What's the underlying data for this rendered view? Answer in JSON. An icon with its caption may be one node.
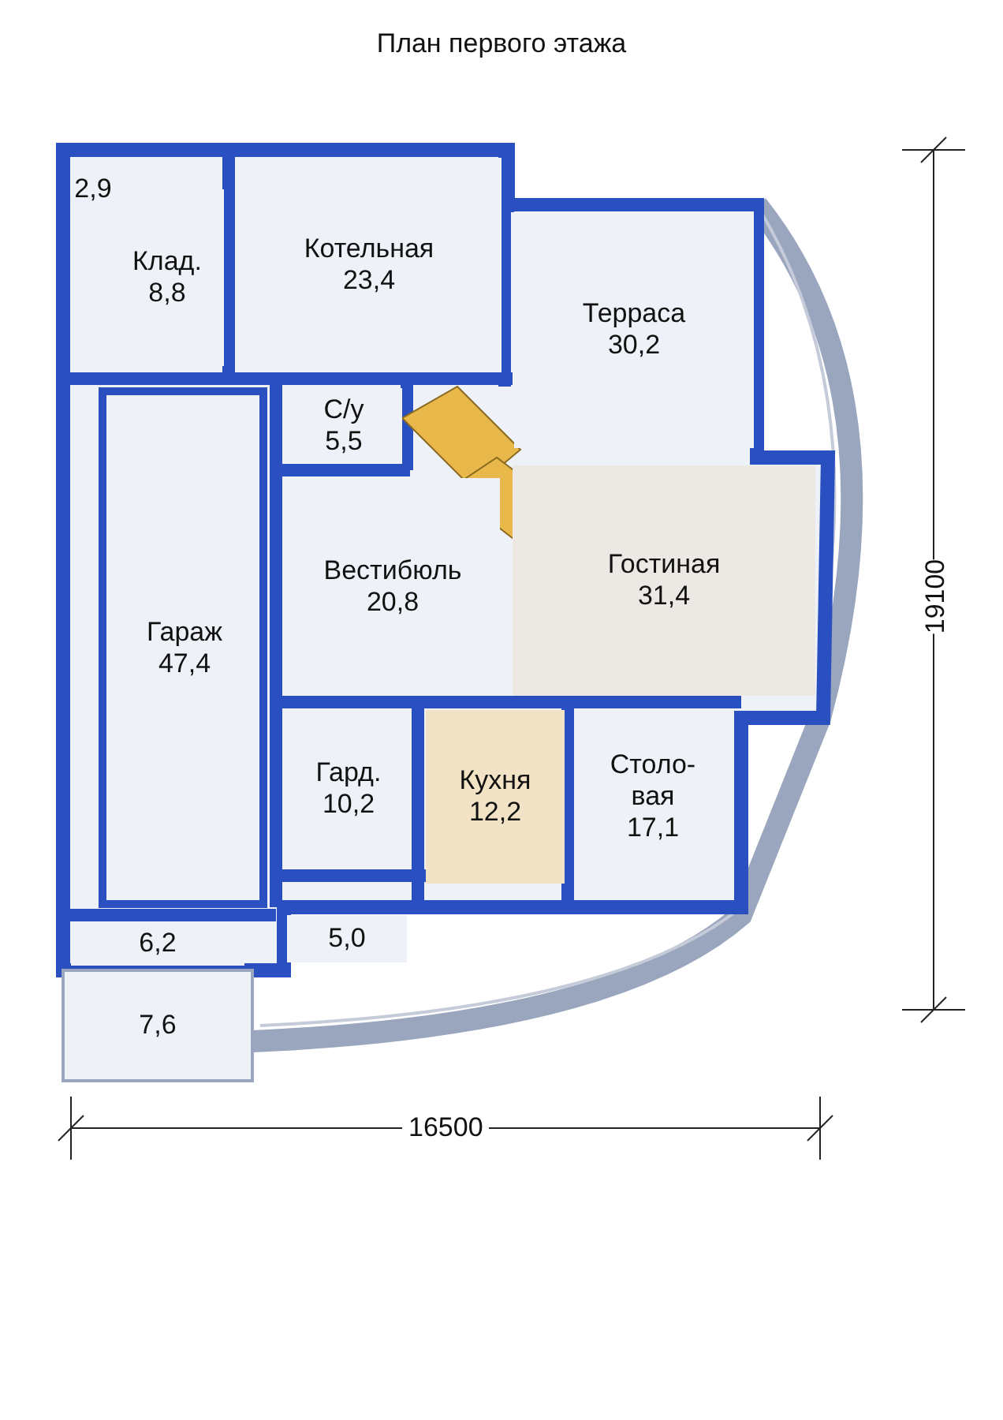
{
  "diagram": {
    "title": "План первого этажа",
    "nodes": [
      {
        "text": [
          "2,9"
        ]
      },
      {
        "text": [
          "Клад.",
          "8,8"
        ]
      },
      {
        "text": [
          "Котельная",
          "23,4"
        ]
      },
      {
        "text": [
          "Терраса",
          "30,2"
        ]
      },
      {
        "text": [
          "С/у",
          "5,5"
        ]
      },
      {
        "text": [
          "Гараж",
          "47,4"
        ]
      },
      {
        "text": [
          "Вестибюль",
          "20,8"
        ]
      },
      {
        "text": [
          "Гостиная",
          "31,4"
        ]
      },
      {
        "text": [
          "Гард.",
          "10,2"
        ]
      },
      {
        "text": [
          "Кухня",
          "12,2"
        ]
      },
      {
        "text": [
          "Столо- вая",
          "17,1"
        ]
      },
      {
        "text": [
          "5,0"
        ]
      },
      {
        "text": [
          "6,2"
        ]
      },
      {
        "text": [
          "7,6"
        ]
      }
    ],
    "edges": [],
    "labels": [
      "19100",
      "16500"
    ]
  }
}
